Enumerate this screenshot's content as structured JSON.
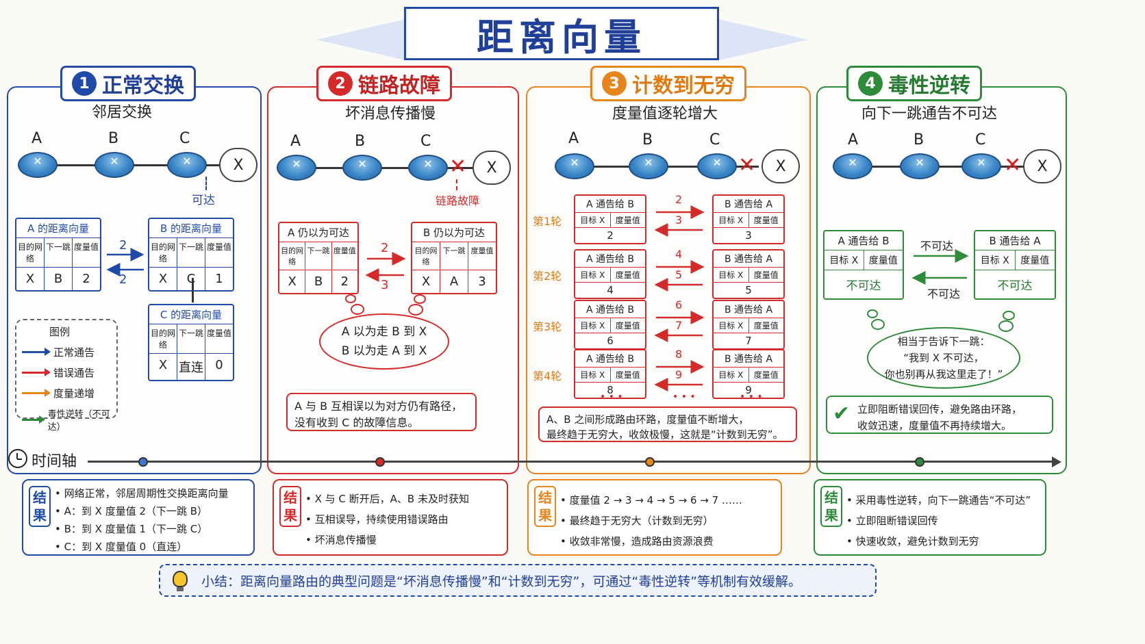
{
  "title": "距离向量",
  "colors": {
    "blue": "#1f4aa8",
    "red": "#d42a2a",
    "orange": "#e8841c",
    "green": "#2e8b3a"
  },
  "p1": {
    "num": "1",
    "title": "正常交换",
    "subtitle": "邻居交换",
    "nodes": [
      "A",
      "B",
      "C"
    ],
    "dest": "X",
    "reach": "可达",
    "tblA": {
      "title": "A 的距离向量",
      "headers": [
        "目的网络",
        "下一跳",
        "度量值"
      ],
      "row": [
        "X",
        "B",
        "2"
      ]
    },
    "tblB": {
      "title": "B 的距离向量",
      "headers": [
        "目的网络",
        "下一跳",
        "度量值"
      ],
      "row": [
        "X",
        "C",
        "1"
      ]
    },
    "tblC": {
      "title": "C 的距离向量",
      "headers": [
        "目的网络",
        "下一跳",
        "度量值"
      ],
      "row": [
        "X",
        "直连",
        "0"
      ]
    },
    "arrow1": "2",
    "arrow2": "2",
    "legend": {
      "title": "图例",
      "items": [
        "正常通告",
        "错误通告",
        "度量递增",
        "毒性逆转（不可达）"
      ]
    }
  },
  "p2": {
    "num": "2",
    "title": "链路故障",
    "subtitle": "坏消息传播慢",
    "nodes": [
      "A",
      "B",
      "C"
    ],
    "dest": "X",
    "fail": "链路故障",
    "tblA": {
      "title": "A 仍以为可达",
      "headers": [
        "目的网络",
        "下一跳",
        "度量值"
      ],
      "row": [
        "X",
        "B",
        "2"
      ]
    },
    "tblB": {
      "title": "B 仍以为可达",
      "headers": [
        "目的网络",
        "下一跳",
        "度量值"
      ],
      "row": [
        "X",
        "A",
        "3"
      ]
    },
    "arrow1": "2",
    "arrow2": "3",
    "thought": [
      "A 以为走 B 到 X",
      "B 以为走 A 到 X"
    ],
    "note": [
      "A 与 B 互相误以为对方仍有路径，",
      "没有收到 C 的故障信息。"
    ]
  },
  "p3": {
    "num": "3",
    "title": "计数到无穷",
    "subtitle": "度量值逐轮增大",
    "nodes": [
      "A",
      "B",
      "C"
    ],
    "dest": "X",
    "rounds": [
      {
        "label": "第1轮",
        "left": "2",
        "right": "3",
        "top": "2",
        "bottom": "3"
      },
      {
        "label": "第2轮",
        "left": "4",
        "right": "5",
        "top": "4",
        "bottom": "5"
      },
      {
        "label": "第3轮",
        "left": "6",
        "right": "7",
        "top": "6",
        "bottom": "7"
      },
      {
        "label": "第4轮",
        "left": "8",
        "right": "9",
        "top": "8",
        "bottom": "9"
      }
    ],
    "tblLeft": "A 通告给 B",
    "tblRight": "B 通告给 A",
    "col1": "目标 X",
    "col2": "度量值",
    "dots": "• • •",
    "note": [
      "A、B 之间形成路由环路，度量值不断增大，",
      "最终趋于无穷大，收敛极慢，这就是“计数到无穷”。"
    ]
  },
  "p4": {
    "num": "4",
    "title": "毒性逆转",
    "subtitle": "向下一跳通告不可达",
    "nodes": [
      "A",
      "B",
      "C"
    ],
    "dest": "X",
    "tblLeft": "A 通告给 B",
    "tblRight": "B 通告给 A",
    "col1": "目标 X",
    "col2": "度量值",
    "value": "不可达",
    "arrow1": "不可达",
    "arrow2": "不可达",
    "thought": [
      "相当于告诉下一跳：",
      "“我到 X 不可达，",
      "你也别再从我这里走了！”"
    ],
    "note": [
      "立即阻断错误回传，避免路由环路，",
      "收敛迅速，度量值不再持续增大。"
    ]
  },
  "timeline": {
    "label": "时间轴"
  },
  "results": [
    {
      "tag": "结果",
      "items": [
        "• 网络正常，邻居周期性交换距离向量",
        "• A：到 X 度量值 2（下一跳 B）",
        "• B：到 X 度量值 1（下一跳 C）",
        "• C：到 X 度量值 0（直连）"
      ]
    },
    {
      "tag": "结果",
      "items": [
        "• X 与 C 断开后，A、B 未及时获知",
        "• 互相误导，持续使用错误路由",
        "• 坏消息传播慢"
      ]
    },
    {
      "tag": "结果",
      "items": [
        "• 度量值 2 → 3 → 4 → 5 → 6 → 7 ……",
        "• 最终趋于无穷大（计数到无穷）",
        "• 收敛非常慢，造成路由资源浪费"
      ]
    },
    {
      "tag": "结果",
      "items": [
        "• 采用毒性逆转，向下一跳通告“不可达”",
        "• 立即阻断错误回传",
        "• 快速收敛，避免计数到无穷"
      ]
    }
  ],
  "summary": "小结：距离向量路由的典型问题是“坏消息传播慢”和“计数到无穷”，可通过“毒性逆转”等机制有效缓解。"
}
